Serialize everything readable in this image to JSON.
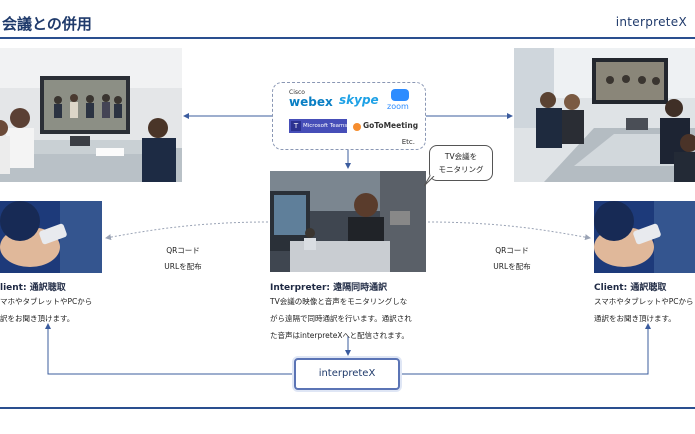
{
  "header": {
    "title": "会議との併用",
    "brand": "interpreteX"
  },
  "services": {
    "webex_top": "Cisco",
    "webex": "webex",
    "skype": "skype",
    "zoom": "zoom",
    "teams": "Microsoft Teams",
    "gotomeeting": "GoToMeeting",
    "etc": "Etc."
  },
  "bubble": {
    "line1": "TV会議を",
    "line2": "モニタリング"
  },
  "left_link": {
    "line1": "QRコード",
    "line2": "URLを配布"
  },
  "right_link": {
    "line1": "QRコード",
    "line2": "URLを配布"
  },
  "interpreter": {
    "title": "Interpreter: 遠隔同時通訳",
    "line1": "TV会議の映像と音声をモニタリングしな",
    "line2": "がら遠隔で同時通訳を行います。通訳され",
    "line3": "た音声はinterpreteXへと配信されます。"
  },
  "client_left": {
    "title": "lient: 通訳聴取",
    "line1": "マホやタブレットやPCから",
    "line2": "訳をお聞き頂けます。"
  },
  "client_right": {
    "title": "Client: 通訳聴取",
    "line1": "スマホやタブレットやPCから",
    "line2": "通訳をお聞き頂けます。"
  },
  "center_box": {
    "label": "interpreteX"
  }
}
